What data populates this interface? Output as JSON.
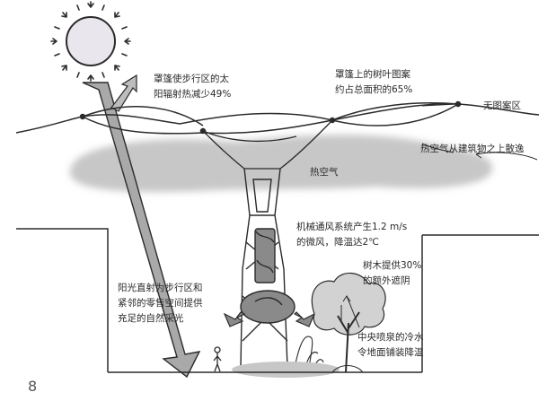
{
  "annotations": {
    "canopy_radiation": [
      "罩篷使步行区的太",
      "阳辐射热减少49%"
    ],
    "leaf_pattern": [
      "罩篷上的树叶图案",
      "约占总面积的65%"
    ],
    "no_pattern_zone": "无图案区",
    "hot_air_escape": "热空气从建筑物之上散逸",
    "hot_air": "热空气",
    "mechanical_ventilation": [
      "机械通风系统产生1.2 m/s",
      "的微风，降温达2℃"
    ],
    "tree_shade": [
      "树木提供30%",
      "的额外遮阴"
    ],
    "direct_sunlight": [
      "阳光直射为步行区和",
      "紧邻的零售空间提供",
      "充足的自然采光"
    ],
    "fountain": [
      "中央喷泉的冷水",
      "令地面铺装降温"
    ]
  },
  "page_number": "8",
  "colors": {
    "ink": "#2b2b2b",
    "cloud_gray": "#c7c7c7",
    "arrow_gray": "#a9a9a9",
    "tower_gray": "#8a8a8a",
    "sun_fill": "#e9e6ee"
  }
}
